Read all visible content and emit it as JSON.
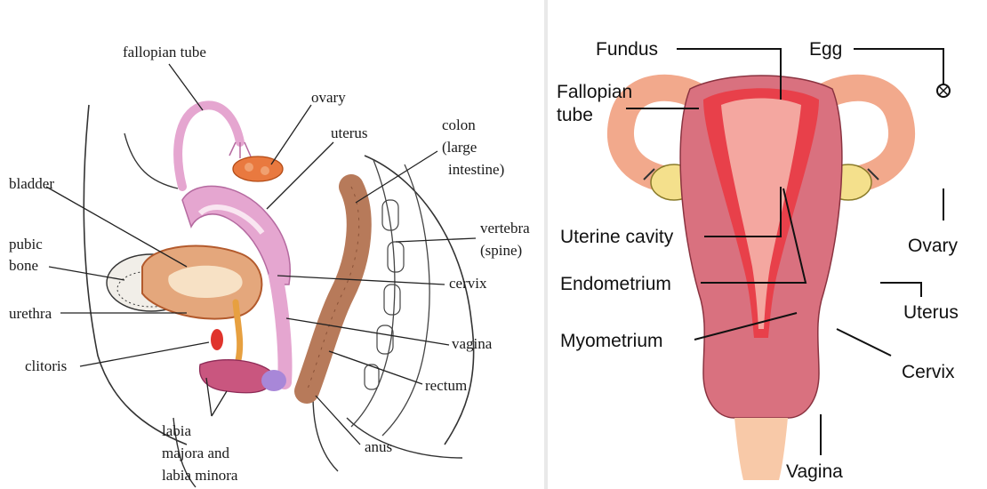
{
  "left_diagram": {
    "labels": {
      "fallopian_tube": "fallopian tube",
      "ovary": "ovary",
      "uterus": "uterus",
      "colon_1": "colon",
      "colon_2": "(large",
      "colon_3": "intestine)",
      "bladder": "bladder",
      "pubic_bone_1": "pubic",
      "pubic_bone_2": "bone",
      "vertebra_1": "vertebra",
      "vertebra_2": "(spine)",
      "cervix": "cervix",
      "urethra": "urethra",
      "vagina": "vagina",
      "clitoris": "clitoris",
      "rectum": "rectum",
      "labia_1": "labia",
      "labia_2": "majora and",
      "labia_3": "labia minora",
      "anus": "anus"
    }
  },
  "right_diagram": {
    "labels": {
      "fundus": "Fundus",
      "egg": "Egg",
      "fallopian_tube_1": "Fallopian",
      "fallopian_tube_2": "tube",
      "uterine_cavity": "Uterine cavity",
      "ovary": "Ovary",
      "endometrium": "Endometrium",
      "uterus": "Uterus",
      "myometrium": "Myometrium",
      "cervix": "Cervix",
      "vagina": "Vagina"
    },
    "colors": {
      "myometrium": "#d9717f",
      "endometrium": "#e8404a",
      "tube": "#f2a98c",
      "ovary": "#f4e08c",
      "vagina": "#f8c9a8"
    }
  }
}
